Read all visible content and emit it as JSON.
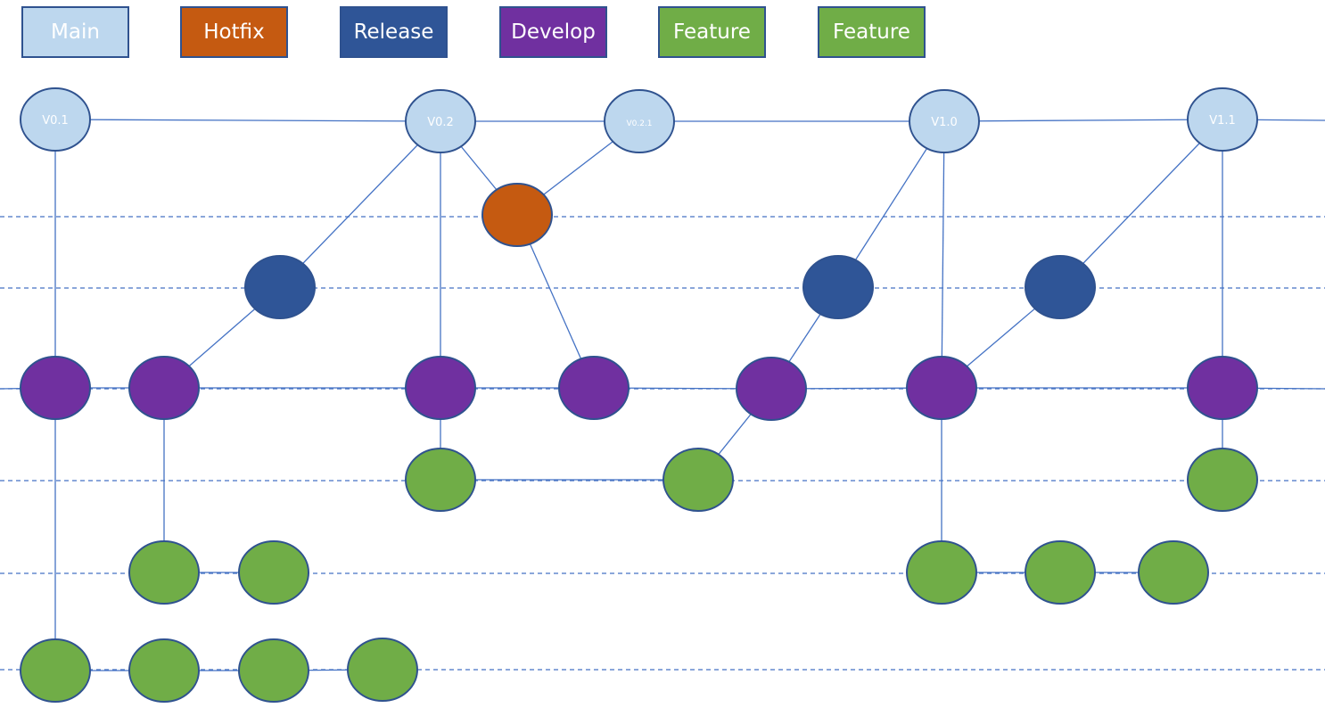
{
  "legend": [
    {
      "id": "main",
      "label": "Main",
      "color": "#bdd7ee"
    },
    {
      "id": "hotfix",
      "label": "Hotfix",
      "color": "#c55a11"
    },
    {
      "id": "release",
      "label": "Release",
      "color": "#2f5597"
    },
    {
      "id": "develop",
      "label": "Develop",
      "color": "#7030a0"
    },
    {
      "id": "feature-1",
      "label": "Feature",
      "color": "#70ad47"
    },
    {
      "id": "feature-2",
      "label": "Feature",
      "color": "#70ad47"
    }
  ],
  "colors": {
    "main": "#bdd7ee",
    "hotfix": "#c55a11",
    "release": "#2f5597",
    "develop": "#7030a0",
    "feature": "#70ad47",
    "outline": "#2f528f",
    "edge": "#4472c4"
  },
  "main_tags": [
    "V0.1",
    "V0.2",
    "V0.2.1",
    "V1.0",
    "V1.1"
  ]
}
